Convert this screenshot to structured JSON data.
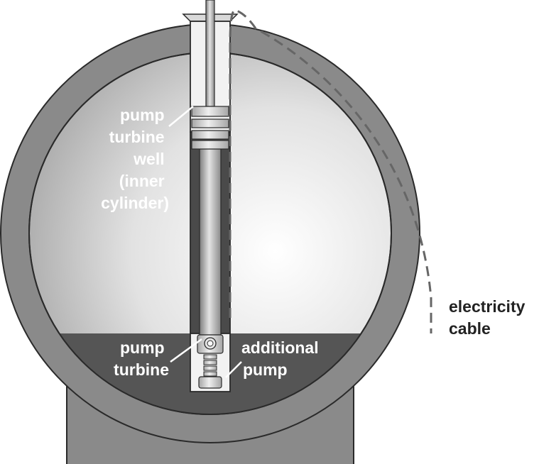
{
  "labels": {
    "pump_turbine_well": [
      "pump",
      "turbine",
      "well",
      "(inner",
      "cylinder)"
    ],
    "pump_turbine": [
      "pump",
      "turbine"
    ],
    "additional_pump": [
      "additional",
      "pump"
    ],
    "electricity_cable": [
      "electricity",
      "cable"
    ]
  },
  "colors": {
    "shell": "#8a8a8a",
    "outline": "#2a2a2a",
    "water": "#555555",
    "cylinder": "#4a4a4a",
    "label_on_dark": "#ffffff",
    "label_on_light": "#222222"
  }
}
